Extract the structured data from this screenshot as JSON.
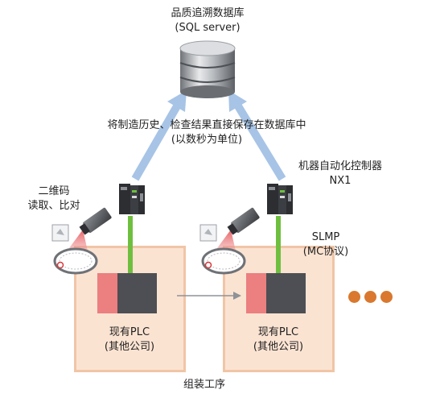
{
  "database": {
    "title": "品质追溯数据库",
    "subtitle": "(SQL server)"
  },
  "flow": {
    "line1": "将制造历史、检查结果直接保存在数据库中",
    "line2": "(以数秒为单位)"
  },
  "controller": {
    "line1": "机器自动化控制器",
    "line2": "NX1"
  },
  "code_reader": {
    "line1": "二维码",
    "line2": "读取、比对"
  },
  "protocol": {
    "line1": "SLMP",
    "line2": "(MC协议)"
  },
  "stations": [
    {
      "plc_line1": "现有PLC",
      "plc_line2": "(其他公司)"
    },
    {
      "plc_line1": "现有PLC",
      "plc_line2": "(其他公司)"
    }
  ],
  "process_label": "组装工序",
  "colors": {
    "panel_fill": "#fbe3d2",
    "panel_border": "#f0c5a6",
    "arrow_blue": "#a7c4e6",
    "link_green": "#6fbf3f",
    "plc_red": "#ec7f80",
    "plc_dark": "#4d4f54",
    "dots": "#d9782e"
  }
}
